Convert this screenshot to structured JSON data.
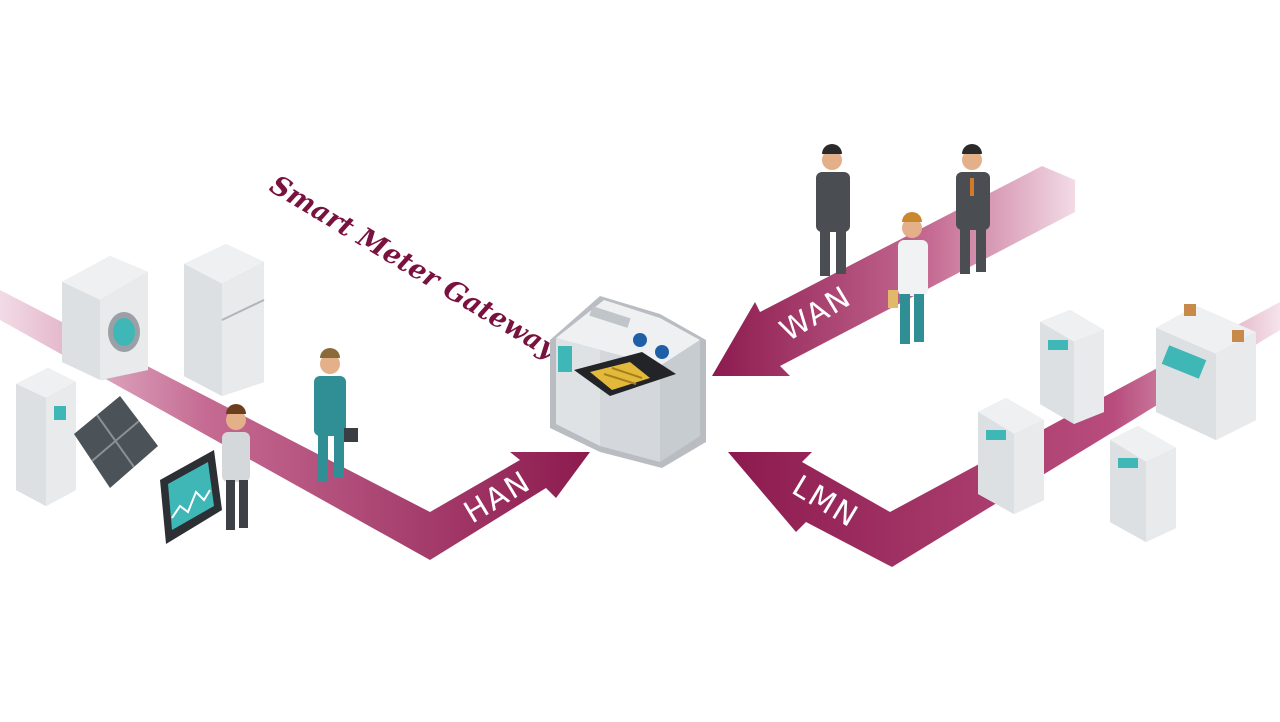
{
  "diagram": {
    "title": "Smart Meter Gateway",
    "arrows": {
      "han": "HAN",
      "wan": "WAN",
      "lmn": "LMN"
    },
    "colors": {
      "arrow": "#8c1a4e",
      "arrow_fade": "#f2dbe5",
      "title": "#7a1240",
      "device_body": "#e6e8ea",
      "device_shadow": "#b9bdc2",
      "screen": "#3fb7b6",
      "suit": "#4a4d52",
      "overall": "#2f8f95"
    }
  }
}
